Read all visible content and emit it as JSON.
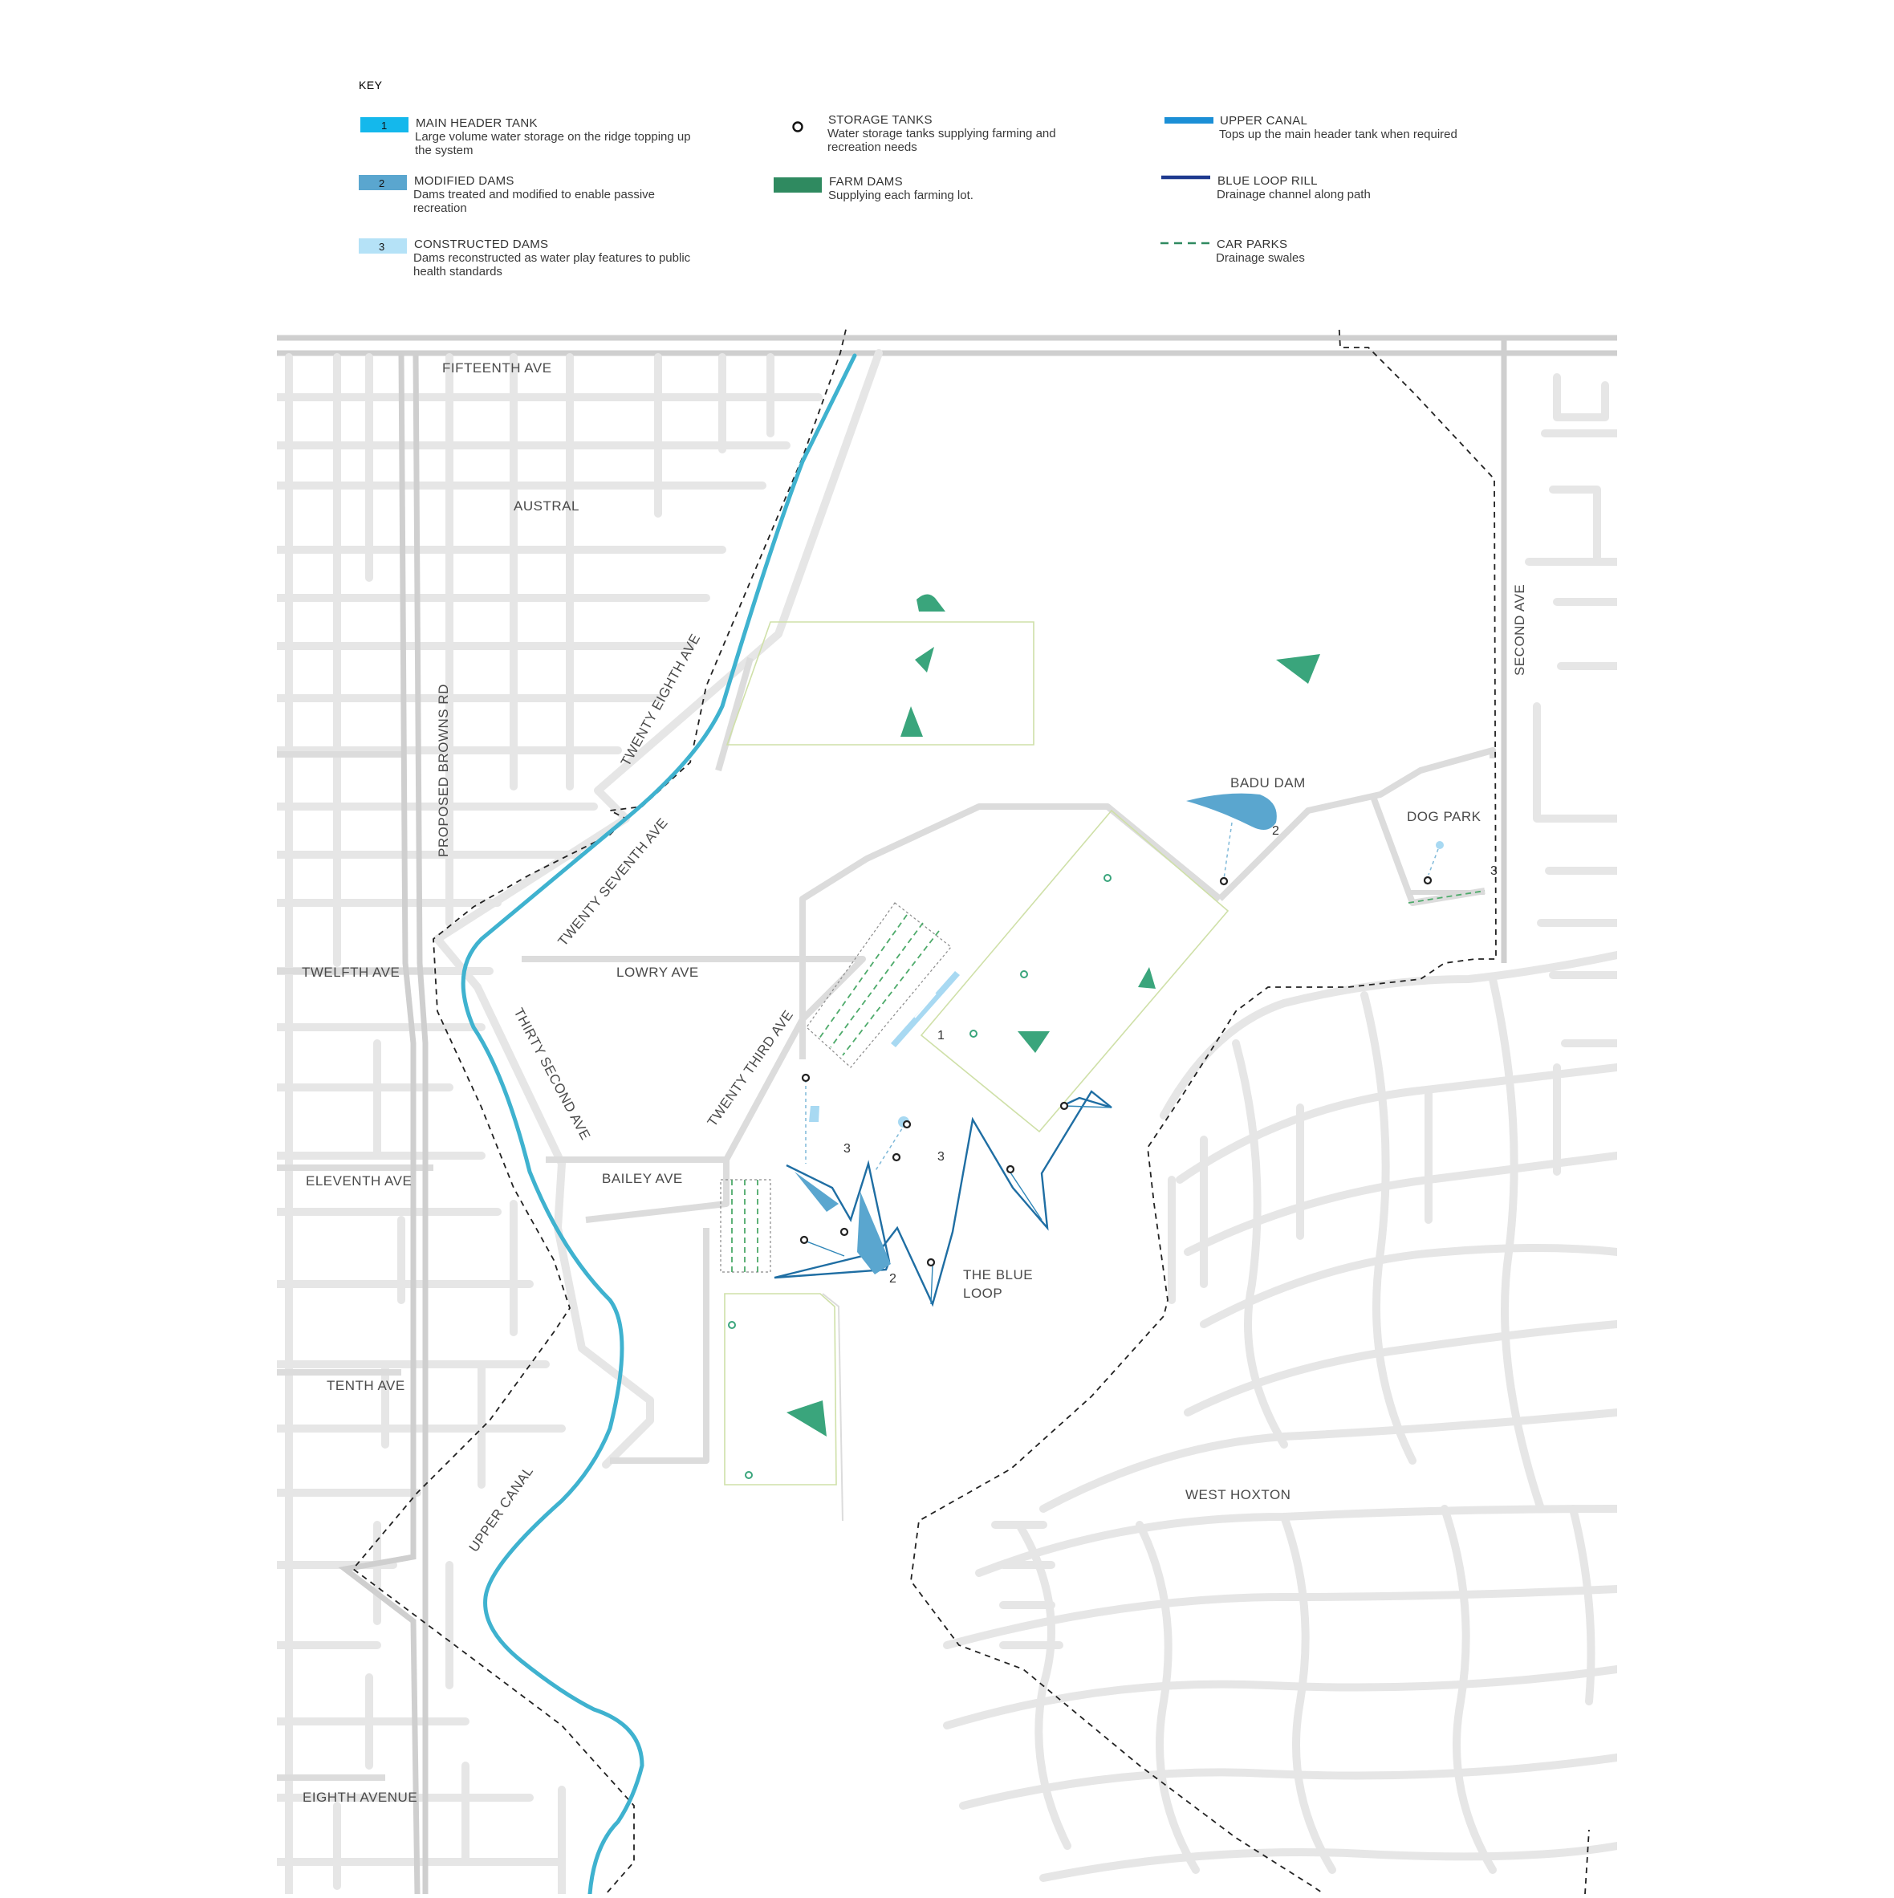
{
  "key": {
    "title": "KEY",
    "items": [
      {
        "id": "main_header_tank",
        "badge": "1",
        "heading": "MAIN HEADER TANK",
        "desc": "Large volume water storage on the ridge topping up the system",
        "color": "#14b8ec"
      },
      {
        "id": "modified_dams",
        "badge": "2",
        "heading": "MODIFIED DAMS",
        "desc": "Dams treated and modified to enable passive recreation",
        "color": "#5aa6cf"
      },
      {
        "id": "constructed_dams",
        "badge": "3",
        "heading": "CONSTRUCTED DAMS",
        "desc": "Dams reconstructed as water play features to public health standards",
        "color": "#b5e2f7"
      },
      {
        "id": "storage_tanks",
        "heading": "STORAGE TANKS",
        "desc": "Water storage tanks supplying farming and recreation needs",
        "icon": "open-circle-icon"
      },
      {
        "id": "farm_dams",
        "heading": "FARM DAMS",
        "desc": "Supplying each farming lot.",
        "color": "#2f8a60"
      },
      {
        "id": "upper_canal",
        "heading": "UPPER CANAL",
        "desc": "Tops up the main header tank when required",
        "color": "#1b8fd6"
      },
      {
        "id": "blue_loop_rill",
        "heading": "BLUE LOOP RILL",
        "desc": "Drainage channel along path",
        "color": "#1f3a8f"
      },
      {
        "id": "car_parks",
        "heading": "CAR PARKS",
        "desc": "Drainage swales",
        "color": "#2f8a60"
      }
    ]
  },
  "map": {
    "labels": {
      "fifteenth_ave": "FIFTEENTH AVE",
      "austral": "AUSTRAL",
      "proposed_browns_rd": "PROPOSED BROWNS RD",
      "twenty_eighth_ave": "TWENTY EIGHTH AVE",
      "twenty_seventh_ave": "TWENTY SEVENTH AVE",
      "twelfth_ave": "TWELFTH AVE",
      "lowry_ave": "LOWRY AVE",
      "thirty_second_ave": "THIRTY SECOND AVE",
      "twenty_third_ave": "TWENTY THIRD AVE",
      "eleventh_ave": "ELEVENTH AVE",
      "bailey_ave": "BAILEY AVE",
      "tenth_ave": "TENTH AVE",
      "upper_canal": "UPPER CANAL",
      "eighth_avenue": "EIGHTH AVENUE",
      "second_ave": "SECOND AVE",
      "badu_dam": "BADU DAM",
      "dog_park": "DOG PARK",
      "blue_loop_line1": "THE BLUE",
      "blue_loop_line2": "LOOP",
      "west_hoxton": "WEST HOXTON"
    },
    "markers": {
      "n1": "1",
      "n2a": "2",
      "n2b": "2",
      "n3a": "3",
      "n3b": "3",
      "n3c": "3"
    }
  }
}
